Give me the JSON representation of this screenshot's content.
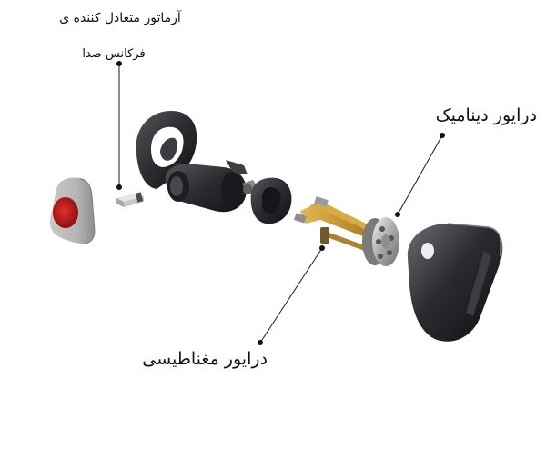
{
  "labels": {
    "armature_line1": "آرماتور متعادل کننده ی",
    "armature_line2": "فرکانس صدا",
    "dynamic_driver": "درایور دینامیک",
    "magnetic_driver": "درایور مغناطیسی"
  },
  "colors": {
    "ink": "#111111",
    "leader": "#1a1a1a",
    "eartip_red": "#c21818",
    "body_dark": "#2a2b2e",
    "flex_gold": "#c8982f"
  }
}
